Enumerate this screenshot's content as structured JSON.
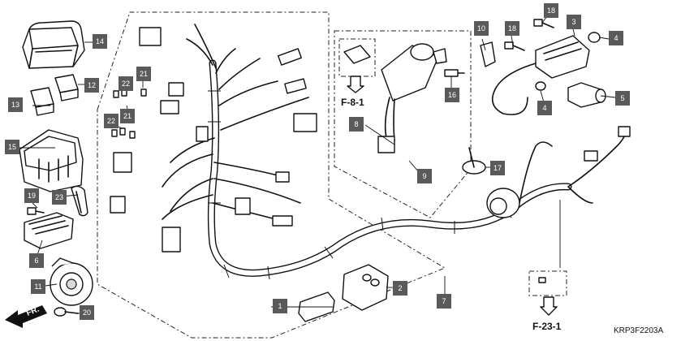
{
  "diagram": {
    "code": "KRP3F2203A",
    "front_label": "FR.",
    "references": [
      {
        "id": "f81",
        "label": "F-8-1"
      },
      {
        "id": "f231",
        "label": "F-23-1"
      }
    ],
    "callouts": [
      {
        "id": "c1",
        "label": "1"
      },
      {
        "id": "c2",
        "label": "2"
      },
      {
        "id": "c3",
        "label": "3"
      },
      {
        "id": "c4a",
        "label": "4"
      },
      {
        "id": "c4b",
        "label": "4"
      },
      {
        "id": "c5",
        "label": "5"
      },
      {
        "id": "c6",
        "label": "6"
      },
      {
        "id": "c7",
        "label": "7"
      },
      {
        "id": "c8",
        "label": "8"
      },
      {
        "id": "c9",
        "label": "9"
      },
      {
        "id": "c10",
        "label": "10"
      },
      {
        "id": "c11",
        "label": "11"
      },
      {
        "id": "c12",
        "label": "12"
      },
      {
        "id": "c13",
        "label": "13"
      },
      {
        "id": "c14",
        "label": "14"
      },
      {
        "id": "c15",
        "label": "15"
      },
      {
        "id": "c16",
        "label": "16"
      },
      {
        "id": "c17",
        "label": "17"
      },
      {
        "id": "c18a",
        "label": "18"
      },
      {
        "id": "c18b",
        "label": "18"
      },
      {
        "id": "c19",
        "label": "19"
      },
      {
        "id": "c20",
        "label": "20"
      },
      {
        "id": "c21a",
        "label": "21"
      },
      {
        "id": "c21b",
        "label": "21"
      },
      {
        "id": "c22a",
        "label": "22"
      },
      {
        "id": "c22b",
        "label": "22"
      },
      {
        "id": "c23",
        "label": "23"
      }
    ]
  }
}
